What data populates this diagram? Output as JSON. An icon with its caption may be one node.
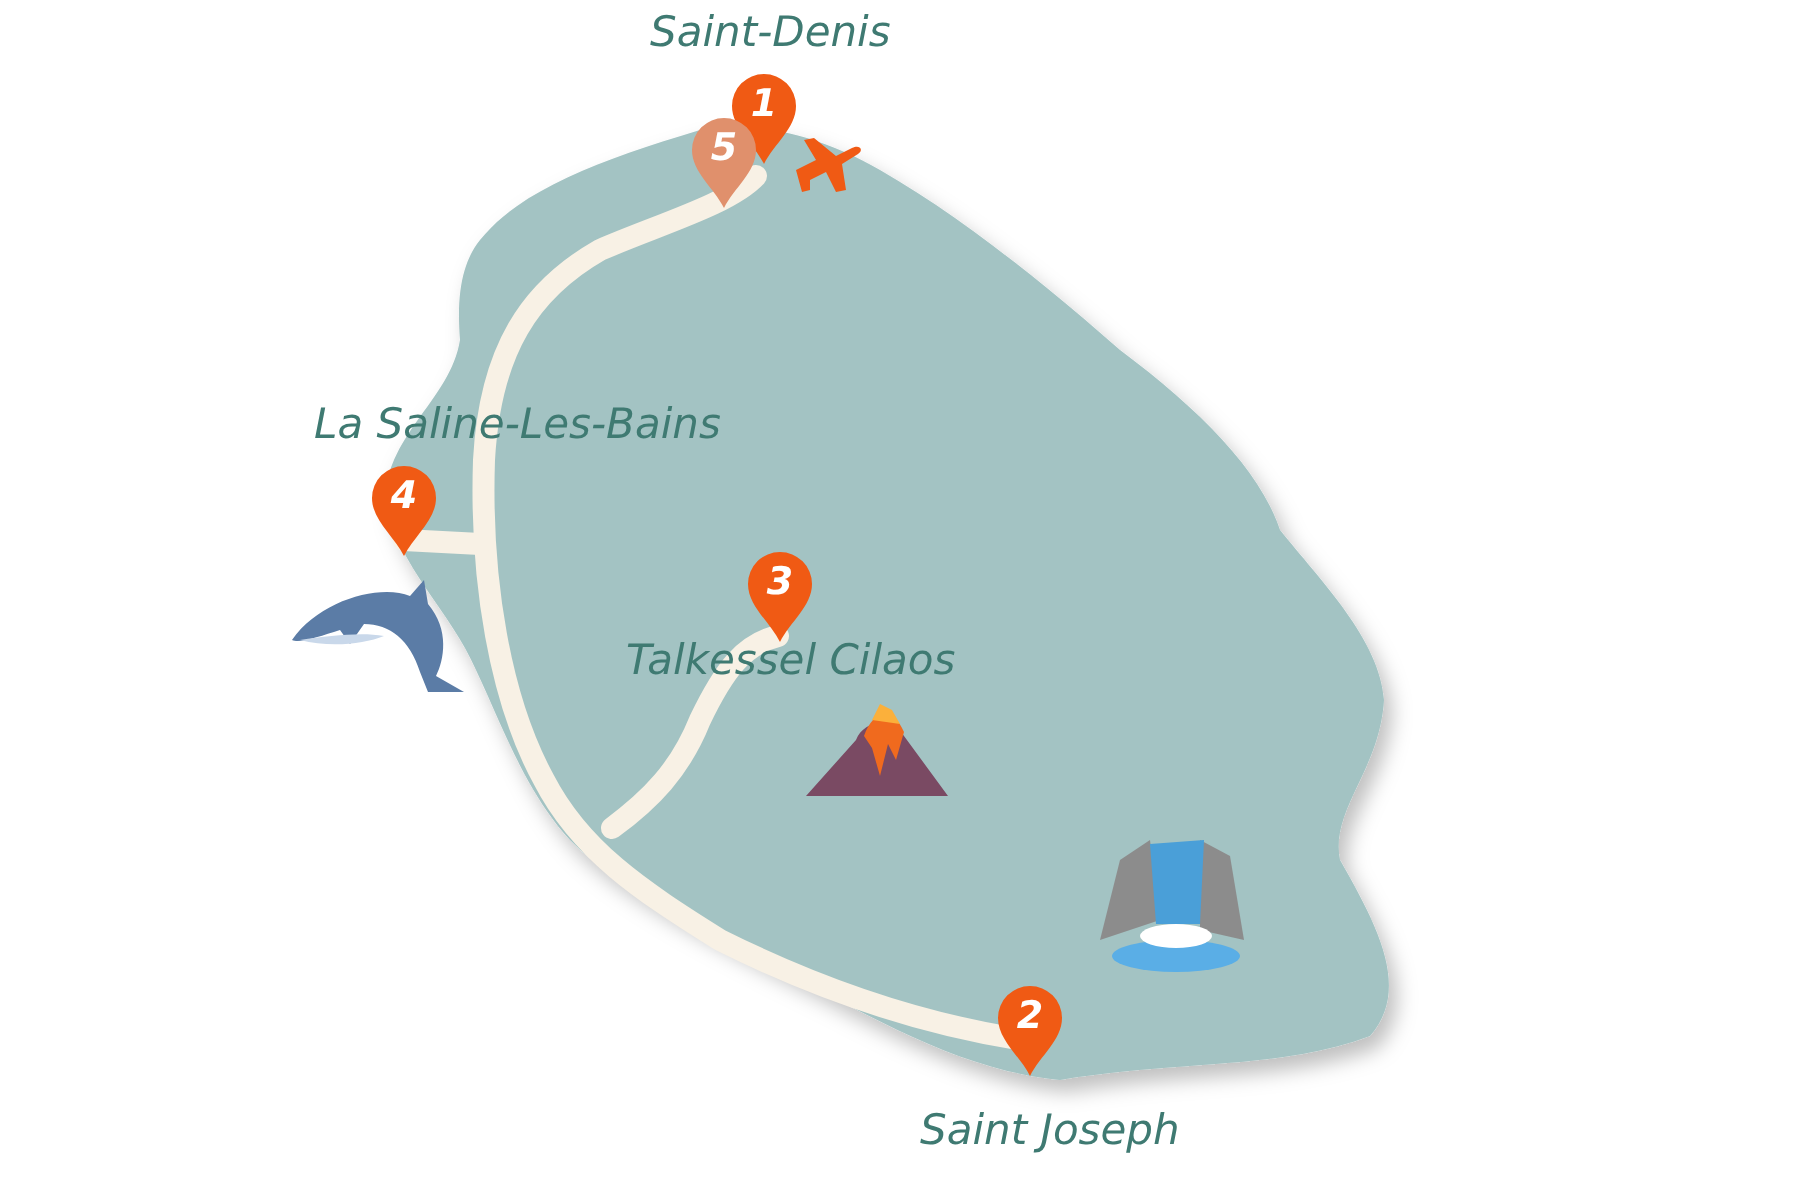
{
  "diagram": {
    "nodes": [
      {
        "text": [
          "1"
        ],
        "beside": [
          "Saint-Denis"
        ]
      },
      {
        "text": [
          "5"
        ]
      },
      {
        "text": [
          "4"
        ],
        "beside": [
          "La Saline-Les-Bains"
        ]
      },
      {
        "text": [
          "3"
        ],
        "beside": [
          "Talkessel Cilaos"
        ]
      },
      {
        "text": [
          "2"
        ],
        "beside": [
          "Saint Joseph"
        ]
      }
    ]
  }
}
